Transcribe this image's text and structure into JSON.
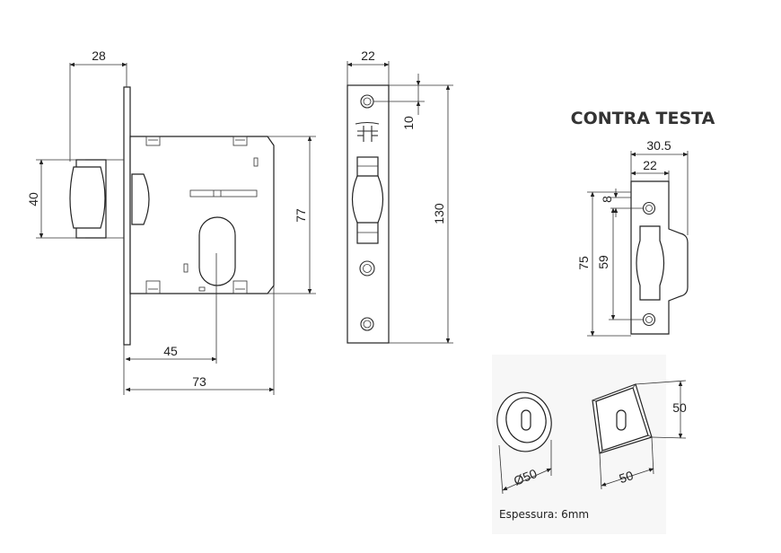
{
  "title": "CONTRA TESTA",
  "note": "Espessura: 6mm",
  "dimensions": {
    "front_depth": "28",
    "latch_height": "40",
    "backset": "45",
    "body_width": "73",
    "body_height": "77",
    "faceplate_width": "22",
    "faceplate_hole_offset": "10",
    "faceplate_height": "130",
    "strike_total_width": "30.5",
    "strike_plate_width": "22",
    "strike_hole_offset": "8",
    "strike_hole_spacing": "59",
    "strike_height": "75",
    "round_rose_diameter": "Ø50",
    "square_rose_width": "50",
    "square_rose_height": "50"
  },
  "colors": {
    "line": "#2a2a2a",
    "title": "#333333",
    "note_background": "#f7f7f7"
  },
  "icons": [
    "brand-logo-icon",
    "screw-hole-icon",
    "keyhole-icon"
  ]
}
